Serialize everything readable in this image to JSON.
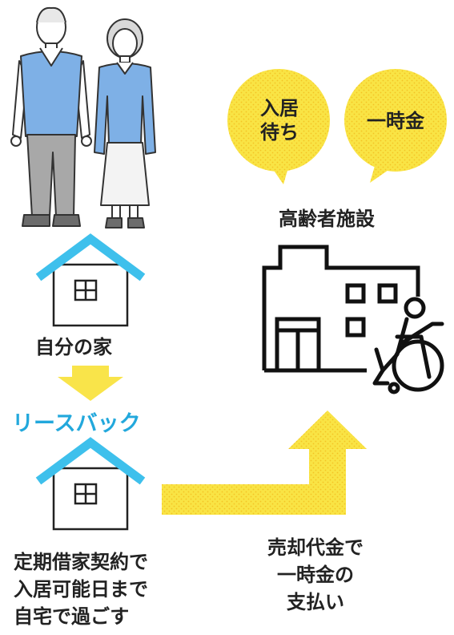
{
  "bubbles": {
    "nyukyo_machi": "入居\n待ち",
    "ichijikin": "一時金"
  },
  "facility_label": "高齢者施設",
  "home_label": "自分の家",
  "leaseback_label": "リースバック",
  "left_caption": {
    "line1": "定期借家契約で",
    "line2": "入居可能日まで",
    "line3": "自宅で過ごす"
  },
  "right_caption": {
    "line1": "売却代金で",
    "line2": "一時金の",
    "line3": "支払い"
  },
  "colors": {
    "yellow": "#f7e23a",
    "arrow_yellow": "#f9e44a",
    "roof_blue": "#3ec0ec",
    "leaseback_blue": "#22a8dc",
    "shirt_blue": "#7eb0e6",
    "pants_gray": "#a8a8a8",
    "skirt_white": "#f3f3f3"
  }
}
